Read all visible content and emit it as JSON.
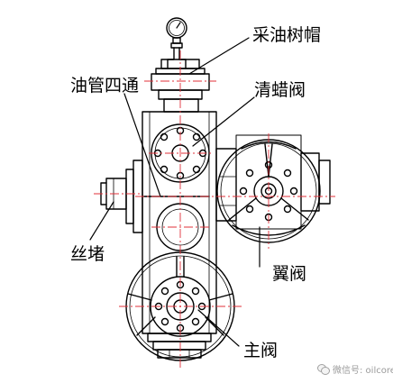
{
  "labels": {
    "cap": "采油树帽",
    "cross": "油管四通",
    "paraffin_valve": "清蜡阀",
    "plug": "丝堵",
    "wing_valve": "翼阀",
    "master_valve": "主阀"
  },
  "watermark": {
    "text": "微信号: oilcore"
  },
  "colors": {
    "line": "#000000",
    "centerline": "#e0303a"
  }
}
